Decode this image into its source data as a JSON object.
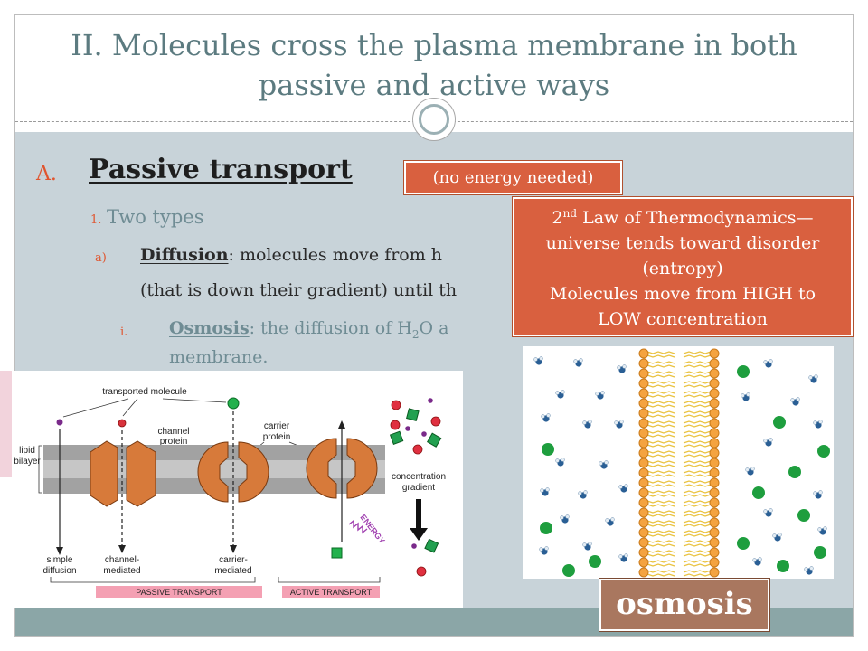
{
  "title": {
    "line1": "II. Molecules cross the plasma membrane in both",
    "line2": "passive and active ways"
  },
  "outline": {
    "heading": {
      "marker": "A.",
      "text": "Passive transport"
    },
    "point_1": {
      "marker": "1.",
      "text": "Two types"
    },
    "point_a": {
      "marker": "a)",
      "term": "Diffusion",
      "text": ": molecules move from h",
      "continuation": "(that is down their gradient) until th"
    },
    "point_i": {
      "marker": "i.",
      "term": "Osmosis",
      "text_before_subscript": ": the diffusion of H",
      "subscript": "2",
      "text_after_subscript": "O a",
      "continuation": "membrane."
    }
  },
  "callouts": {
    "energy_note": "(no energy needed)",
    "thermodynamics": {
      "ordinal_number": "2",
      "ordinal_suffix": "nd",
      "line1_rest": " Law of Thermodynamics—",
      "line2": "universe tends toward disorder",
      "line3": "(entropy)",
      "line4": "Molecules move from HIGH to",
      "line5": "LOW concentration"
    },
    "osmosis_label": "osmosis"
  },
  "transport_diagram": {
    "transported_molecule": "transported molecule",
    "channel_protein": [
      "channel",
      "protein"
    ],
    "carrier_protein": [
      "carrier",
      "protein"
    ],
    "lipid_bilayer": [
      "lipid",
      "bilayer"
    ],
    "simple_diffusion": [
      "simple",
      "diffusion"
    ],
    "channel_mediated": [
      "channel-",
      "mediated"
    ],
    "carrier_mediated": [
      "carrier-",
      "mediated"
    ],
    "concentration_gradient": [
      "concentration",
      "gradient"
    ],
    "energy": "ENERGY",
    "passive_transport": "PASSIVE TRANSPORT",
    "active_transport": "ACTIVE TRANSPORT"
  },
  "colors": {
    "title": "#5c7b80",
    "marker": "#e0552f",
    "subtext": "#6f8c94",
    "callout": "#d9603f",
    "label": "#a9775f",
    "panel": "#c8d3d9",
    "band": "#8ba6a7",
    "protein": "#d77a3a"
  }
}
